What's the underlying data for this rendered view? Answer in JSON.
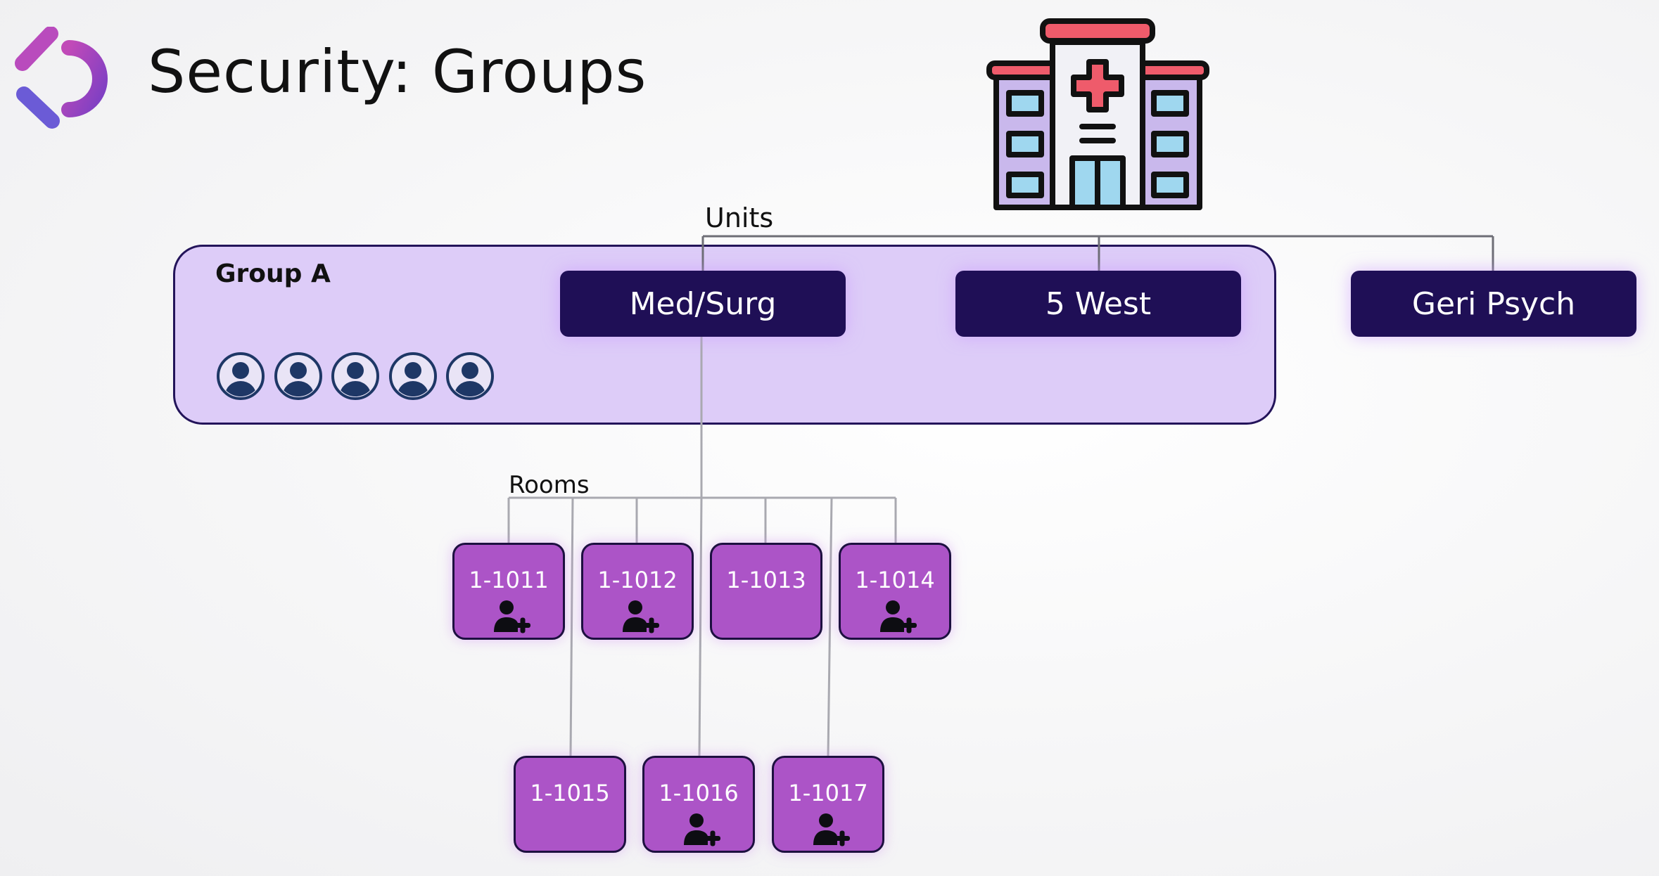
{
  "header": {
    "title": "Security: Groups"
  },
  "labels": {
    "units": "Units",
    "rooms": "Rooms"
  },
  "group": {
    "title": "Group A",
    "member_count": 5
  },
  "units": [
    {
      "label": "Med/Surg"
    },
    {
      "label": "5 West"
    },
    {
      "label": "Geri Psych"
    }
  ],
  "rooms": [
    {
      "label": "1-1011",
      "add_user_icon": true
    },
    {
      "label": "1-1012",
      "add_user_icon": true
    },
    {
      "label": "1-1013",
      "add_user_icon": false
    },
    {
      "label": "1-1014",
      "add_user_icon": true
    },
    {
      "label": "1-1015",
      "add_user_icon": false
    },
    {
      "label": "1-1016",
      "add_user_icon": true
    },
    {
      "label": "1-1017",
      "add_user_icon": true
    }
  ],
  "icons": {
    "logo": "brand-logo-icon",
    "building": "hospital-building-icon",
    "member": "user-circle-icon",
    "room_action": "add-user-icon"
  },
  "colors": {
    "group_fill": "#ddccf8",
    "unit_fill": "#1f0f56",
    "room_fill": "#ac54c7",
    "outline": "#1d1040"
  }
}
